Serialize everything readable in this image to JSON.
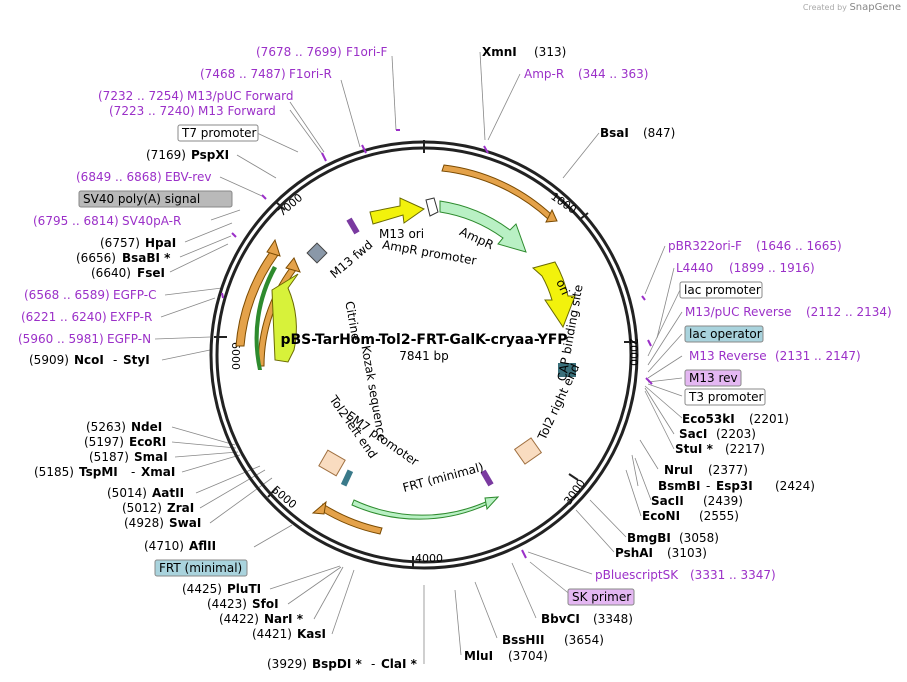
{
  "credit": {
    "prefix": "Created by",
    "brand": "SnapGene"
  },
  "plasmid": {
    "name": "pBS-TarHom-Tol2-FRT-GalK-cryaa-YFP",
    "length_label": "7841 bp"
  },
  "ticks": [
    "1000",
    "2000",
    "3000",
    "4000",
    "5000",
    "6000",
    "7000"
  ],
  "features": [
    "M13 fwd",
    "M13 ori",
    "AmpR promoter",
    "AmpR",
    "ori",
    "CAP binding site",
    "Tol2 right end",
    "FRT (minimal)",
    "EM7 promoter",
    "Tol2 left end",
    "Kozak sequence",
    "Citrine"
  ],
  "labels": {
    "f1ori_f": {
      "name": "F1ori-F",
      "pos": "(7678 .. 7699)"
    },
    "xmni": {
      "name": "XmnI",
      "pos": "(313)"
    },
    "ampr_primer": {
      "name": "Amp-R",
      "pos": "(344 .. 363)"
    },
    "f1ori_r": {
      "name": "F1ori-R",
      "pos": "(7468 .. 7487)"
    },
    "m13puc_fwd": {
      "name": "M13/pUC Forward",
      "pos": "(7232 .. 7254)"
    },
    "m13_fwd": {
      "name": "M13 Forward",
      "pos": "(7223 .. 7240)"
    },
    "bsai": {
      "name": "BsaI",
      "pos": "(847)"
    },
    "t7": {
      "name": "T7 promoter"
    },
    "pspxi": {
      "name": "PspXI",
      "pos": "(7169)"
    },
    "ebv_rev": {
      "name": "EBV-rev",
      "pos": "(6849 .. 6868)"
    },
    "sv40polya": {
      "name": "SV40 poly(A) signal"
    },
    "sv40pa_r": {
      "name": "SV40pA-R",
      "pos": "(6795 .. 6814)"
    },
    "hpai": {
      "name": "HpaI",
      "pos": "(6757)"
    },
    "bsabi": {
      "name": "BsaBI *",
      "pos": "(6656)"
    },
    "fsei": {
      "name": "FseI",
      "pos": "(6640)"
    },
    "egfp_c": {
      "name": "EGFP-C",
      "pos": "(6568 .. 6589)"
    },
    "exfp_r": {
      "name": "EXFP-R",
      "pos": "(6221 .. 6240)"
    },
    "egfp_n": {
      "name": "EGFP-N",
      "pos": "(5960 .. 5981)"
    },
    "ncoi": {
      "name": "NcoI",
      "pos": "(5909)"
    },
    "styi": {
      "name": "StyI"
    },
    "dash": "-",
    "pbr322": {
      "name": "pBR322ori-F",
      "pos": "(1646 .. 1665)"
    },
    "l4440": {
      "name": "L4440",
      "pos": "(1899 .. 1916)"
    },
    "lacprom": {
      "name": "lac promoter"
    },
    "m13puc_rev": {
      "name": "M13/pUC Reverse",
      "pos": "(2112 .. 2134)"
    },
    "lacop": {
      "name": "lac operator"
    },
    "m13_reverse": {
      "name": "M13 Reverse",
      "pos": "(2131 .. 2147)"
    },
    "m13rev": {
      "name": "M13 rev"
    },
    "t3": {
      "name": "T3 promoter"
    },
    "eco53ki": {
      "name": "Eco53kI",
      "pos": "(2201)"
    },
    "saci": {
      "name": "SacI",
      "pos": "(2203)"
    },
    "stui": {
      "name": "StuI *",
      "pos": "(2217)"
    },
    "ndei": {
      "name": "NdeI",
      "pos": "(5263)"
    },
    "ecori": {
      "name": "EcoRI",
      "pos": "(5197)"
    },
    "smai": {
      "name": "SmaI",
      "pos": "(5187)"
    },
    "tspmi": {
      "name": "TspMI",
      "pos": "(5185)"
    },
    "xmai": {
      "name": "XmaI"
    },
    "nrui": {
      "name": "NruI",
      "pos": "(2377)"
    },
    "bsmbi": {
      "name": "BsmBI",
      "pos": "(2424)"
    },
    "esp3i": {
      "name": "Esp3I"
    },
    "sacii": {
      "name": "SacII",
      "pos": "(2439)"
    },
    "econi": {
      "name": "EcoNI",
      "pos": "(2555)"
    },
    "aatii": {
      "name": "AatII",
      "pos": "(5014)"
    },
    "zrai": {
      "name": "ZraI",
      "pos": "(5012)"
    },
    "swai": {
      "name": "SwaI",
      "pos": "(4928)"
    },
    "aflii": {
      "name": "AflII",
      "pos": "(4710)"
    },
    "bmgbi": {
      "name": "BmgBI",
      "pos": "(3058)"
    },
    "pshai": {
      "name": "PshAI",
      "pos": "(3103)"
    },
    "frtmin": {
      "name": "FRT (minimal)"
    },
    "pbluescript": {
      "name": "pBluescriptSK",
      "pos": "(3331 .. 3347)"
    },
    "skprimer": {
      "name": "SK primer"
    },
    "plutI": {
      "name": "PluTI",
      "pos": "(4425)"
    },
    "sfoi": {
      "name": "SfoI",
      "pos": "(4423)"
    },
    "nari": {
      "name": "NarI *",
      "pos": "(4422)"
    },
    "kasi": {
      "name": "KasI",
      "pos": "(4421)"
    },
    "bbvci": {
      "name": "BbvCI",
      "pos": "(3348)"
    },
    "bsshii": {
      "name": "BssHII",
      "pos": "(3654)"
    },
    "mlui": {
      "name": "MluI",
      "pos": "(3704)"
    },
    "bspdi": {
      "name": "BspDI *",
      "pos": "(3929)"
    },
    "clai": {
      "name": "ClaI *"
    }
  },
  "colors": {
    "primer": "#9b30c8",
    "ring": "#222222",
    "yellow": "#f2f20c",
    "orange": "#e4a24a",
    "green_light": "#b9f0c4",
    "cyan_box": "#a9d3dd",
    "gray_box": "#b9b9b9",
    "purple_box": "#e4b7f2"
  }
}
